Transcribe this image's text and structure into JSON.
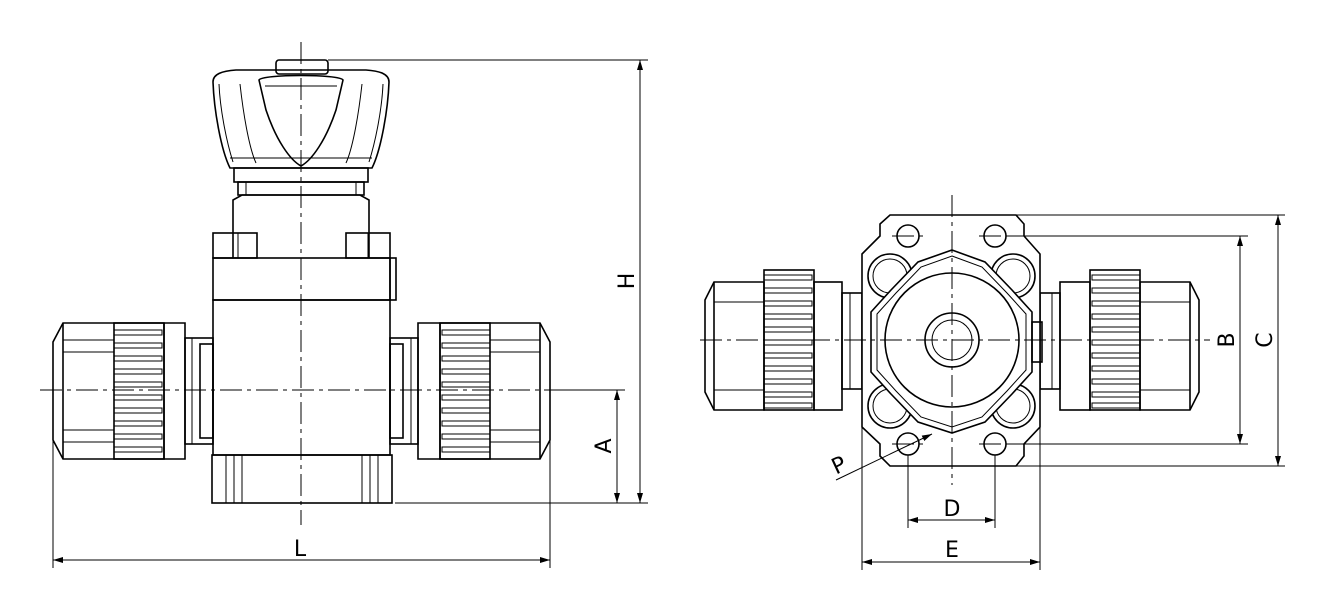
{
  "drawing": {
    "dimension_labels": {
      "H": "H",
      "A": "A",
      "L": "L",
      "B": "B",
      "C": "C",
      "D": "D",
      "E": "E",
      "P": "P"
    }
  }
}
